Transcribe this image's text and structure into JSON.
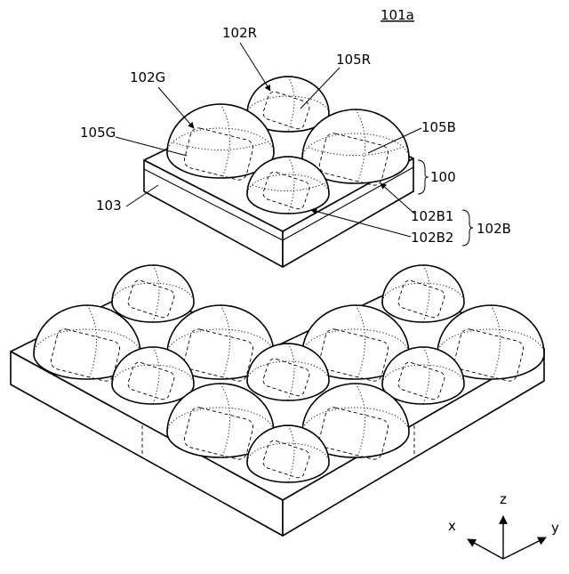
{
  "figure": {
    "title_label": "101a",
    "labels": {
      "l102R": "102R",
      "l105R": "105R",
      "l102G": "102G",
      "l105G": "105G",
      "l105B": "105B",
      "l100": "100",
      "l103": "103",
      "l102B1": "102B1",
      "l102B2": "102B2",
      "l102B": "102B"
    },
    "axes": {
      "x": "x",
      "y": "y",
      "z": "z"
    }
  }
}
